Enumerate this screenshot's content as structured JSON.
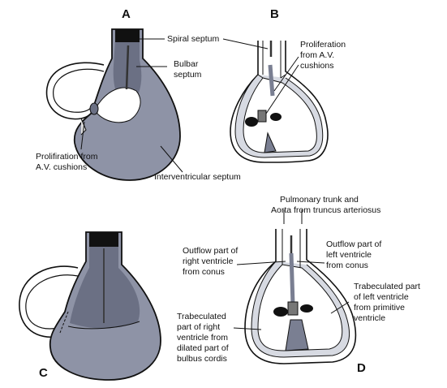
{
  "panels": {
    "a": {
      "letter": "A"
    },
    "b": {
      "letter": "B"
    },
    "c": {
      "letter": "C"
    },
    "d": {
      "letter": "D"
    }
  },
  "labels": {
    "spiral_septum": "Spiral septum",
    "bulbar_septum": [
      "Bulbar",
      "septum"
    ],
    "prolif_av_right": [
      "Proliferation",
      "from A.V.",
      "cushions"
    ],
    "prolif_av_left": [
      "Prolifiration from",
      "A.V. cushions"
    ],
    "interventricular_septum": "Interventricular septum",
    "pulmonary_aorta": [
      "Pulmonary trunk and",
      "Aorta from truncus arteriosus"
    ],
    "outflow_right": [
      "Outflow part of",
      "right ventricle",
      "from conus"
    ],
    "outflow_left": [
      "Outflow part of",
      "left ventricle",
      "from conus"
    ],
    "trab_left": [
      "Trabeculated part",
      "of left ventricle",
      "from primitive",
      "ventricle"
    ],
    "trab_right": [
      "Trabeculated",
      "part of right",
      "ventricle from",
      "dilated part of",
      "bulbus cordis"
    ]
  },
  "colors": {
    "wall": "#aab0bf",
    "ventricle_fill": "#8e93a6",
    "conus_fill": "#6b7084",
    "dark": "#111111",
    "septum": "#7a7f92"
  }
}
